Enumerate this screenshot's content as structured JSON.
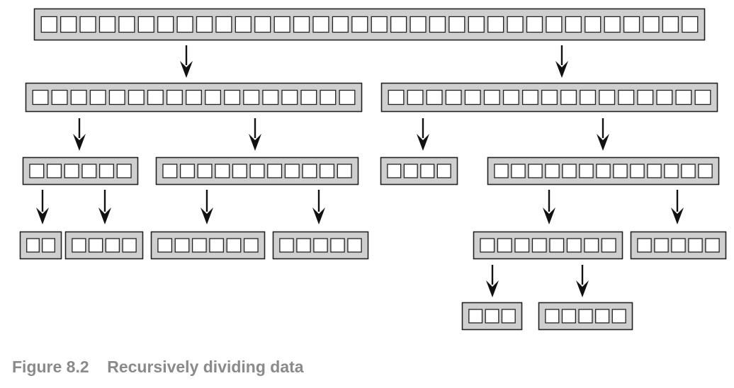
{
  "figure": {
    "number": "Figure 8.2",
    "title": "Recursively dividing data"
  },
  "colors": {
    "bar_fill": "#cfcfcf",
    "bar_stroke": "#222222",
    "cell_fill": "#ffffff",
    "arrow": "#111111",
    "caption": "#8a8a8a"
  },
  "tree": {
    "id": "root",
    "cells": 34,
    "children": [
      {
        "id": "a",
        "cells": 17,
        "children": [
          {
            "id": "a1",
            "cells": 6,
            "children": [
              {
                "id": "a1a",
                "cells": 2
              },
              {
                "id": "a1b",
                "cells": 4
              }
            ]
          },
          {
            "id": "a2",
            "cells": 11,
            "children": [
              {
                "id": "a2a",
                "cells": 6
              },
              {
                "id": "a2b",
                "cells": 5
              }
            ]
          }
        ]
      },
      {
        "id": "b",
        "cells": 17,
        "children": [
          {
            "id": "b1",
            "cells": 4
          },
          {
            "id": "b2",
            "cells": 13,
            "children": [
              {
                "id": "b2a",
                "cells": 8,
                "children": [
                  {
                    "id": "b2a1",
                    "cells": 3
                  },
                  {
                    "id": "b2a2",
                    "cells": 5
                  }
                ]
              },
              {
                "id": "b2b",
                "cells": 5
              }
            ]
          }
        ]
      }
    ]
  }
}
